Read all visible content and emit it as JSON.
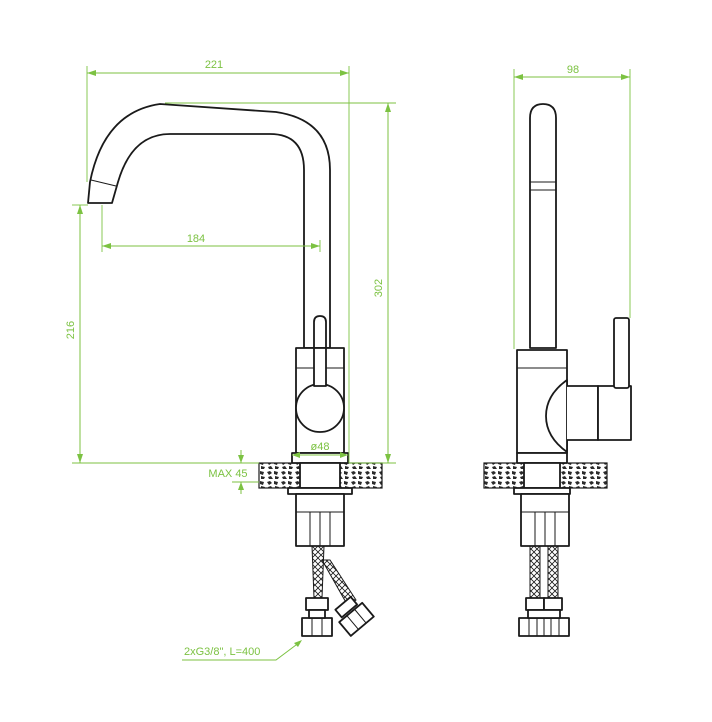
{
  "colors": {
    "dimension": "#7cc242",
    "outline": "#1a1a1a",
    "background": "#ffffff"
  },
  "dimensions": {
    "total_width": "221",
    "spout_reach": "184",
    "total_height": "302",
    "spout_height": "216",
    "base_diameter": "ø48",
    "max_counter_thickness": "MAX 45",
    "side_depth": "98",
    "hose_spec": "2xG3/8\", L=400"
  }
}
